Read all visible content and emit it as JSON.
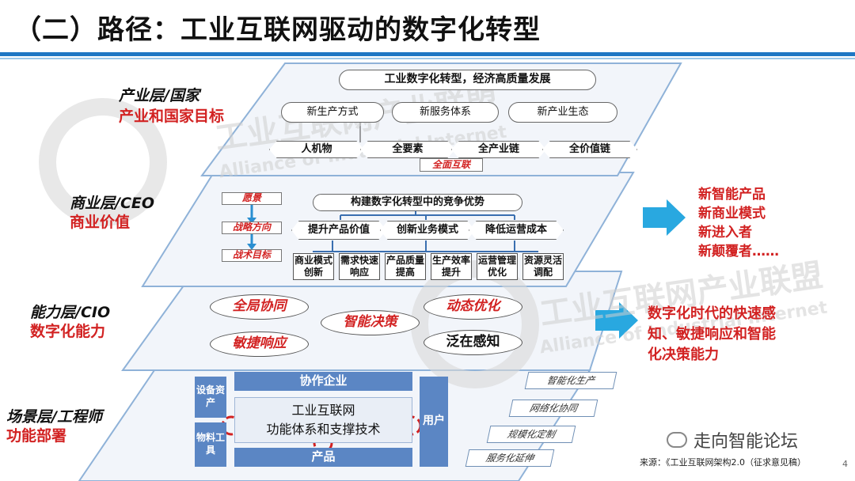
{
  "title": "（二）路径：工业互联网驱动的数字化转型",
  "layers": [
    {
      "name": "产业层/国家",
      "subtitle": "产业和国家目标"
    },
    {
      "name": "商业层/CEO",
      "subtitle": "商业价值"
    },
    {
      "name": "能力层/CIO",
      "subtitle": "数字化能力"
    },
    {
      "name": "场景层/工程师",
      "subtitle": "功能部署"
    }
  ],
  "industry": {
    "top": "工业数字化转型，经济高质量发展",
    "modes": [
      "新生产方式",
      "新服务体系",
      "新产业生态"
    ],
    "chain": [
      "人机物",
      "全要素",
      "全产业链",
      "全价值链"
    ],
    "link": "全面互联"
  },
  "business": {
    "steps": [
      "愿景",
      "战略方向",
      "战术目标"
    ],
    "advantage": "构建数字化转型中的竞争优势",
    "groups": [
      "提升产品价值",
      "创新业务模式",
      "降低运营成本"
    ],
    "items": [
      [
        "商业模式",
        "创新"
      ],
      [
        "需求快速",
        "响应"
      ],
      [
        "产品质量",
        "提高"
      ],
      [
        "生产效率",
        "提升"
      ],
      [
        "运营管理",
        "优化"
      ],
      [
        "资源灵活",
        "调配"
      ]
    ]
  },
  "capability": {
    "items": [
      "全局协同",
      "动态优化",
      "智能决策",
      "敏捷响应",
      "泛在感知"
    ]
  },
  "scene": {
    "collab": "协作企业",
    "assets": "设备资产",
    "materials": "物料工具",
    "core_line1": "工业互联网",
    "core_line2": "功能体系和支撑技术",
    "product": "产品",
    "user": "用户",
    "modes": [
      "智能化生产",
      "网络化协同",
      "规模化定制",
      "服务化延伸"
    ]
  },
  "outputs": {
    "business": [
      "新智能产品",
      "新商业模式",
      "新进入者",
      "新颠覆者……"
    ],
    "capability": [
      "数字化时代的快速感",
      "知、敏捷响应和智能",
      "化决策能力"
    ]
  },
  "watermark": {
    "cn": "工业互联网产业联盟",
    "en": "Alliance of Industrial Internet"
  },
  "footer": {
    "brand": "走向智能论坛",
    "source": "来源：《工业互联网架构2.0（征求意见稿）",
    "page": "4"
  },
  "colors": {
    "accent": "#1f77c4",
    "red": "#d22222",
    "blue_box": "#5b86c4",
    "arrow": "#29a8e0"
  }
}
